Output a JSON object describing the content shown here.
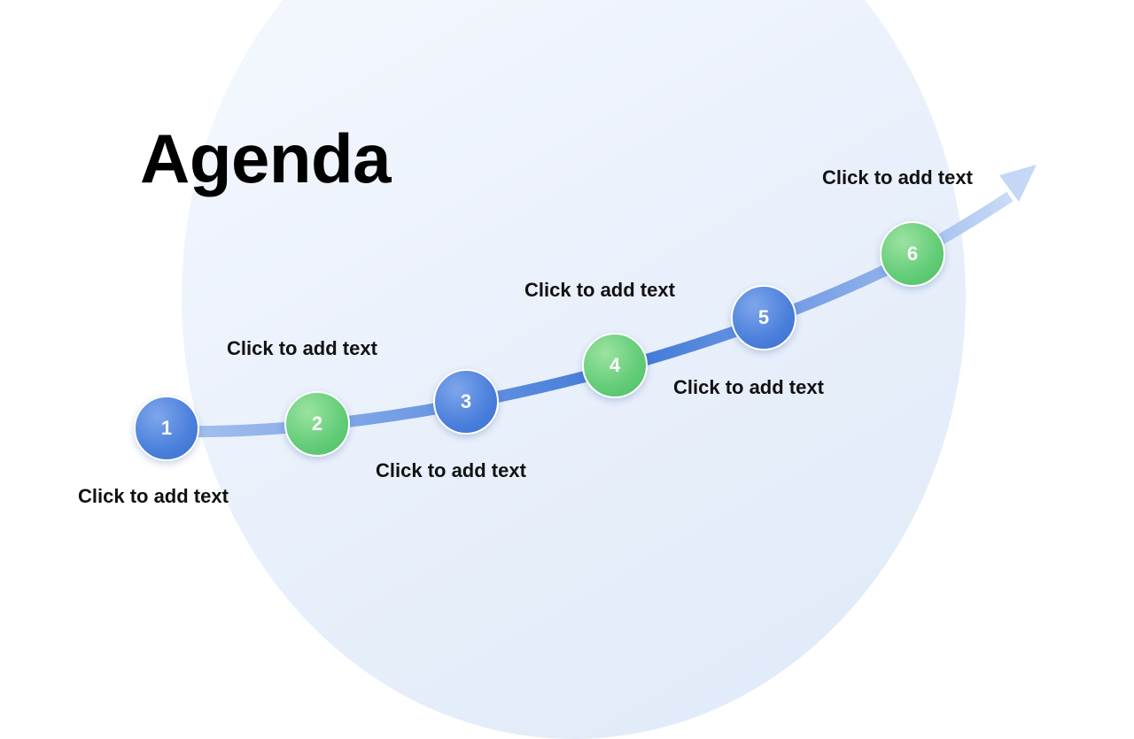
{
  "title": "Agenda",
  "colors": {
    "background_circle": "#e9f0fb",
    "path": "#4a7fdb",
    "blue_node": "#4a7fdb",
    "green_node": "#62cc77",
    "text": "#111111"
  },
  "steps": [
    {
      "number": "1",
      "label": "Click to add text",
      "color": "blue"
    },
    {
      "number": "2",
      "label": "Click to add text",
      "color": "green"
    },
    {
      "number": "3",
      "label": "Click to add text",
      "color": "blue"
    },
    {
      "number": "4",
      "label": "Click to add text",
      "color": "green"
    },
    {
      "number": "5",
      "label": "Click to add text",
      "color": "blue"
    },
    {
      "number": "6",
      "label": "Click to add text",
      "color": "green"
    }
  ]
}
